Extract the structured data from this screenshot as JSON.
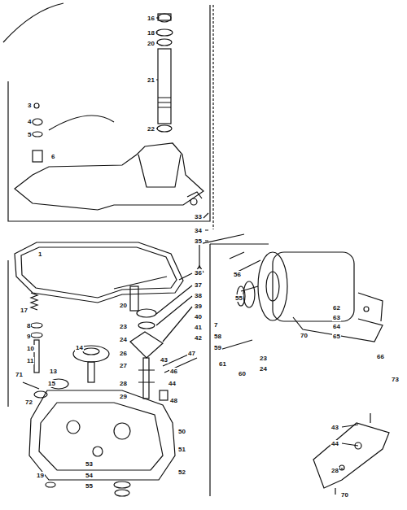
{
  "diagram": {
    "labels": [
      "16",
      "18",
      "20",
      "21",
      "22",
      "3",
      "4",
      "5",
      "6",
      "33",
      "34",
      "35",
      "1",
      "36",
      "37",
      "38",
      "39",
      "40",
      "41",
      "42",
      "17",
      "8",
      "9",
      "10",
      "11",
      "13",
      "14",
      "15",
      "71",
      "72",
      "20",
      "23",
      "24",
      "26",
      "27",
      "28",
      "29",
      "43",
      "46",
      "44",
      "47",
      "48",
      "50",
      "51",
      "52",
      "53",
      "54",
      "55",
      "19",
      "56",
      "55",
      "7",
      "58",
      "59",
      "61",
      "60",
      "62",
      "63",
      "64",
      "65",
      "70",
      "66",
      "73",
      "43",
      "44",
      "28",
      "70",
      "23",
      "24"
    ]
  }
}
